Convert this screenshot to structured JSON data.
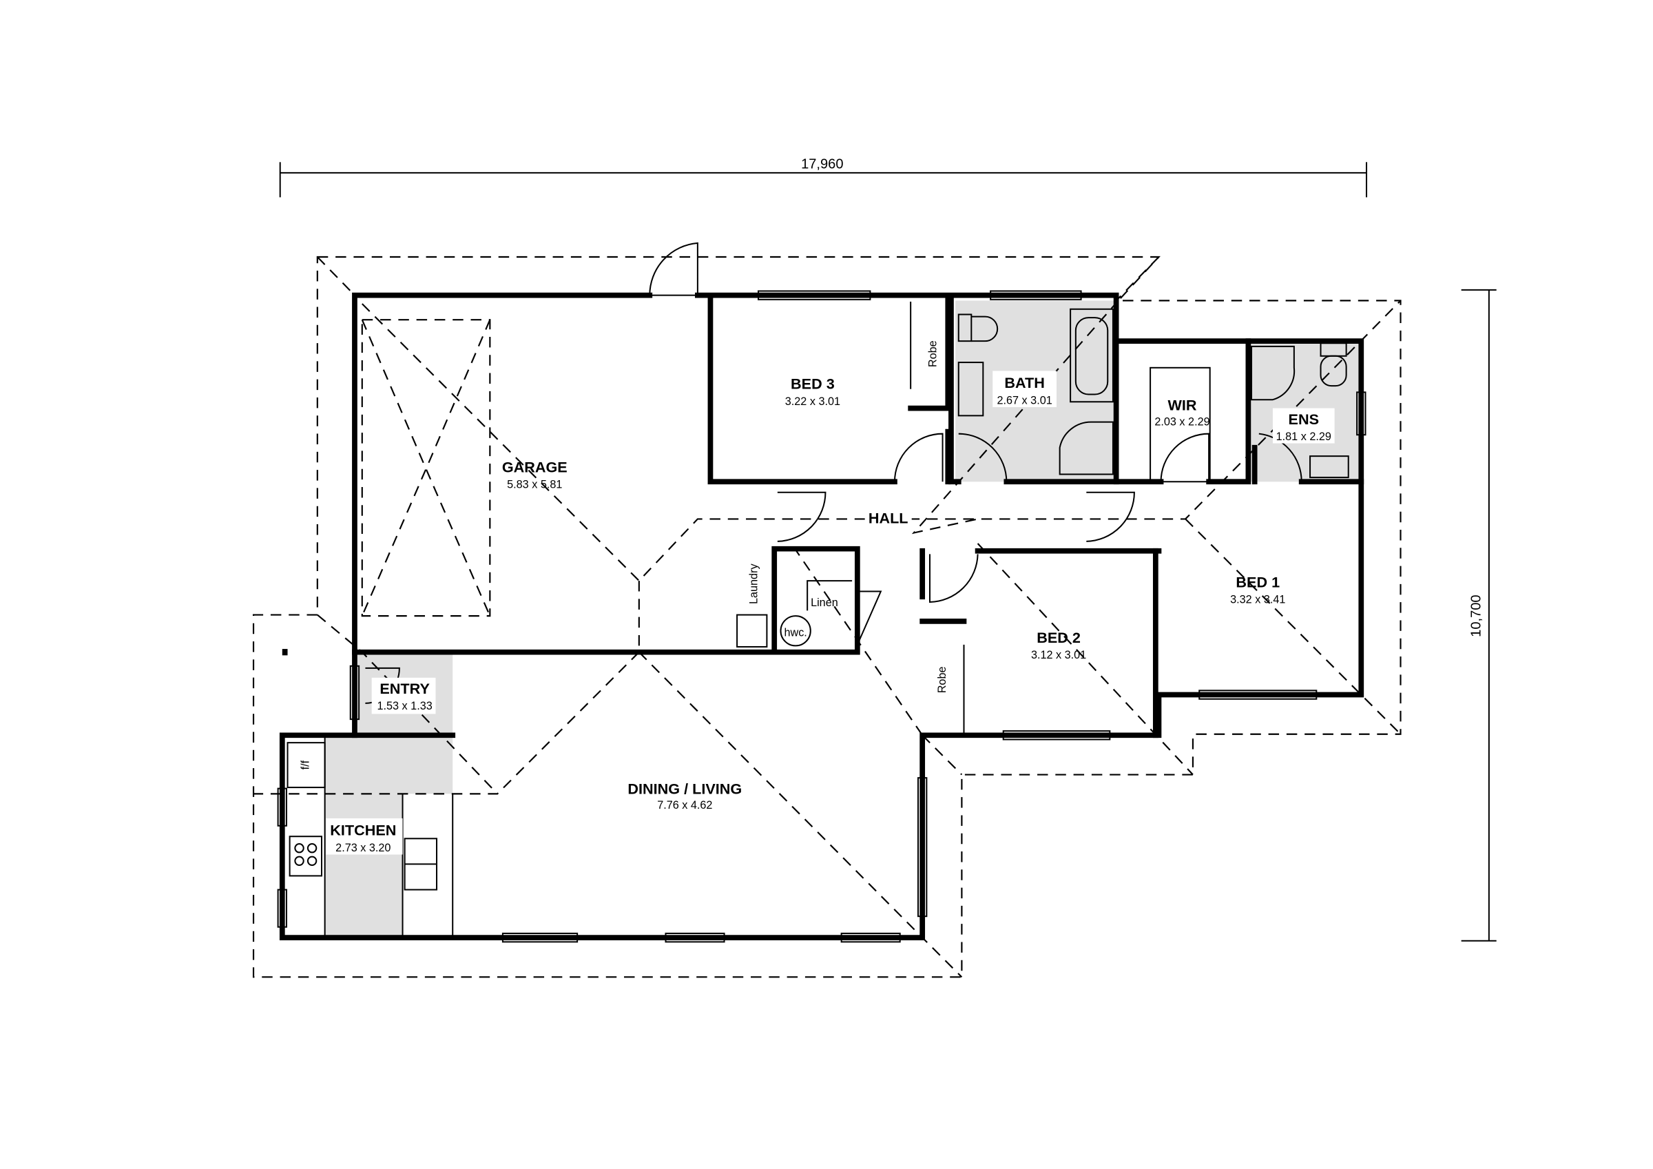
{
  "dimensions": {
    "overall_width": "17,960",
    "overall_depth": "10,700"
  },
  "rooms": [
    {
      "name": "GARAGE",
      "size": "5.83 x 5.81"
    },
    {
      "name": "BED 3",
      "size": "3.22 x 3.01"
    },
    {
      "name": "BATH",
      "size": "2.67 x 3.01"
    },
    {
      "name": "WIR",
      "size": "2.03 x 2.29"
    },
    {
      "name": "ENS",
      "size": "1.81 x 2.29"
    },
    {
      "name": "BED 1",
      "size": "3.32 x 3.41"
    },
    {
      "name": "BED 2",
      "size": "3.12 x 3.01"
    },
    {
      "name": "ENTRY",
      "size": "1.53 x 1.33"
    },
    {
      "name": "KITCHEN",
      "size": "2.73 x 3.20"
    },
    {
      "name": "DINING / LIVING",
      "size": "7.76 x 4.62"
    }
  ],
  "labels": {
    "hall": "HALL",
    "robe": "Robe",
    "laundry": "Laundry",
    "linen": "Linen",
    "hwc": "hwc.",
    "fridge": "f/f"
  }
}
